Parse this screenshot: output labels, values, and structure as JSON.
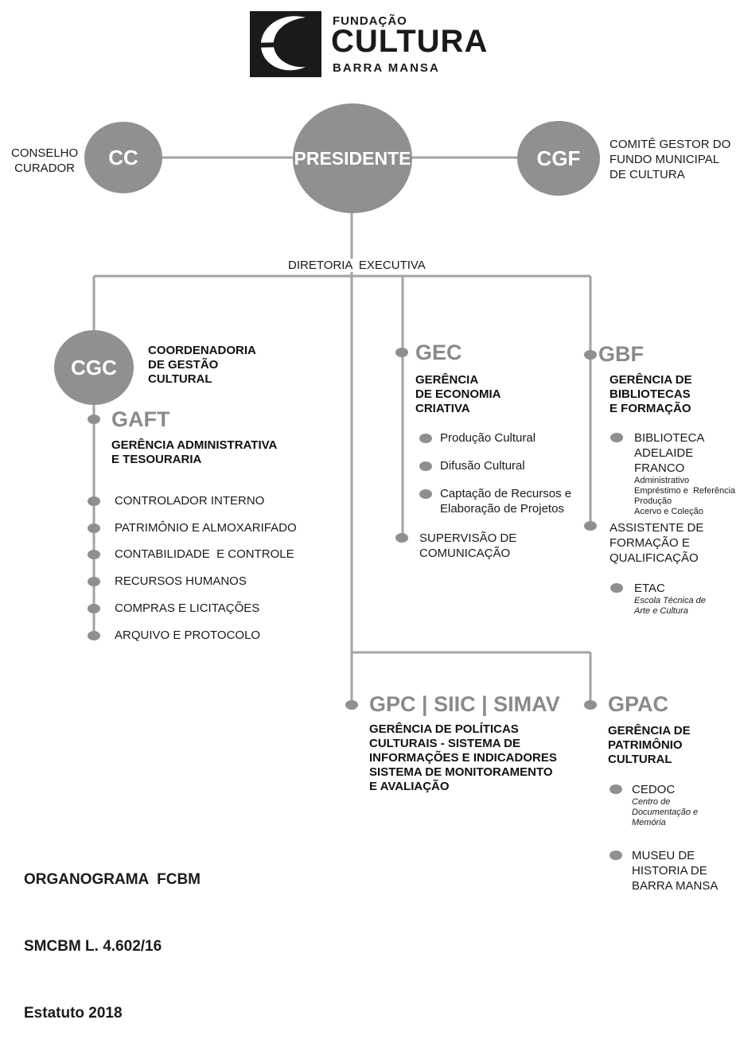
{
  "logo": {
    "line1": "FUNDAÇÃO",
    "line2": "CULTURA",
    "line3": "BARRA MANSA"
  },
  "top": {
    "cc": {
      "code": "CC",
      "label_lines": [
        "CONSELHO",
        "CURADOR"
      ]
    },
    "president": {
      "label": "PRESIDENTE"
    },
    "cgf": {
      "code": "CGF",
      "label_lines": [
        "COMITÊ GESTOR DO",
        "FUNDO MUNICIPAL",
        "DE CULTURA"
      ]
    },
    "diretoria": "DIRETORIA  EXECUTIVA"
  },
  "cgc": {
    "code": "CGC",
    "title_lines": [
      "COORDENADORIA",
      "DE GESTÃO",
      "CULTURAL"
    ]
  },
  "gaft": {
    "code": "GAFT",
    "title_lines": [
      "GERÊNCIA ADMINISTRATIVA",
      "E TESOURARIA"
    ],
    "items": [
      "CONTROLADOR INTERNO",
      "PATRIMÔNIO E ALMOXARIFADO",
      "CONTABILIDADE  E CONTROLE",
      "RECURSOS HUMANOS",
      "COMPRAS E LICITAÇÕES",
      "ARQUIVO E PROTOCOLO"
    ]
  },
  "gec": {
    "code": "GEC",
    "title_lines": [
      "GERÊNCIA",
      "DE ECONOMIA",
      "CRIATIVA"
    ],
    "items": [
      "Produção Cultural",
      "Difusão Cultural",
      "Captação de Recursos e",
      "Elaboração de Projetos"
    ],
    "supervisao_lines": [
      "SUPERVISÃO DE",
      "COMUNICAÇÃO"
    ]
  },
  "gbf": {
    "code": "GBF",
    "title_lines": [
      "GERÊNCIA DE",
      "BIBLIOTECAS",
      "E FORMAÇÃO"
    ],
    "biblioteca_lines": [
      "BIBLIOTECA",
      "ADELAIDE FRANCO"
    ],
    "biblioteca_sub": [
      "Administrativo",
      "Empréstimo e  Referência",
      "Produção",
      "Acervo e Coleção"
    ],
    "assistente_lines": [
      "ASSISTENTE DE",
      "FORMAÇÃO E",
      "QUALIFICAÇÃO"
    ],
    "etac": "ETAC",
    "etac_sub": [
      "Escola Técnica de",
      "Arte e Cultura"
    ]
  },
  "gpc": {
    "code": "GPC | SIIC | SIMAV",
    "title_lines": [
      "GERÊNCIA DE POLÍTICAS",
      "CULTURAIS - SISTEMA DE",
      "INFORMAÇÕES E INDICADORES",
      "SISTEMA DE MONITORAMENTO",
      "E AVALIAÇÃO"
    ]
  },
  "gpac": {
    "code": "GPAC",
    "title_lines": [
      "GERÊNCIA DE",
      "PATRIMÔNIO",
      "CULTURAL"
    ],
    "cedoc": "CEDOC",
    "cedoc_sub": [
      "Centro de",
      "Documentação e",
      "Memória"
    ],
    "museu_lines": [
      "MUSEU DE",
      "HISTORIA DE",
      "BARRA MANSA"
    ]
  },
  "footer": {
    "lines": [
      "ORGANOGRAMA  FCBM",
      "SMCBM L. 4.602/16",
      "Estatuto 2018"
    ]
  },
  "colors": {
    "node": "#909090",
    "line": "#a0a0a0",
    "code": "#8a8a8a"
  }
}
